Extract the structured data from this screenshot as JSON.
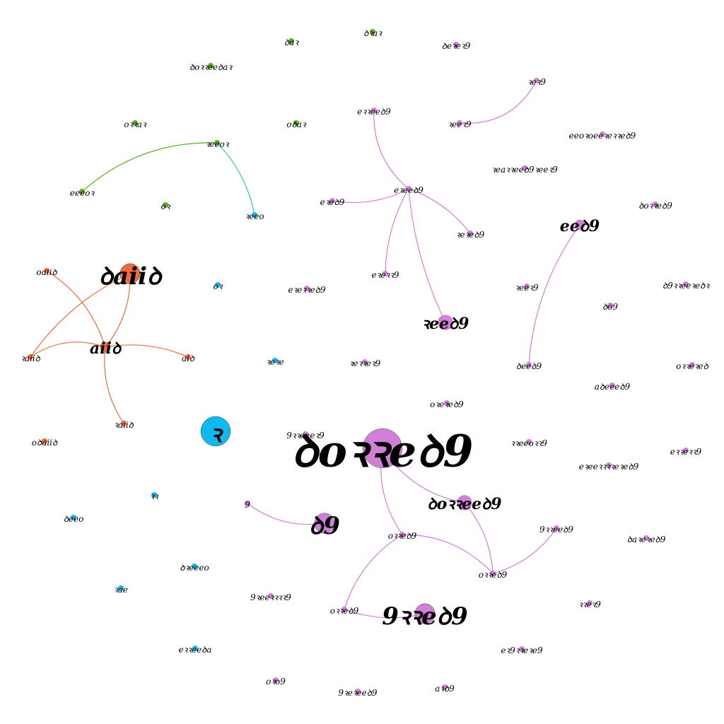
{
  "palette": {
    "green": "#5fad1d",
    "teal": "#2ec4a0",
    "orange": "#f06a3a",
    "blue": "#0fb8ee",
    "purple": "#d17fd7",
    "label": "#000000"
  },
  "nodes": [
    {
      "id": "g1",
      "label": "ꝺaꝛ",
      "group": "green",
      "weight": 1
    },
    {
      "id": "g2",
      "label": "ꝺꝛaꝛ",
      "group": "green",
      "weight": 1
    },
    {
      "id": "g3",
      "label": "ꝺoꝛꝛeeꝺaꝛ",
      "group": "green",
      "weight": 1
    },
    {
      "id": "g4",
      "label": "oꝛꝛaꝛ",
      "group": "green",
      "weight": 1
    },
    {
      "id": "g5",
      "label": "oꝺaꝛ",
      "group": "green",
      "weight": 1
    },
    {
      "id": "g6",
      "label": "ꝛeeoꝛ",
      "group": "green",
      "weight": 1
    },
    {
      "id": "g7",
      "label": "eeeoꝛ",
      "group": "green",
      "weight": 1
    },
    {
      "id": "g8",
      "label": "oꝛ",
      "group": "green",
      "weight": 1
    },
    {
      "id": "b1",
      "label": "ꝛeeo",
      "group": "blue",
      "weight": 1
    },
    {
      "id": "b2",
      "label": "oꝛ",
      "group": "blue",
      "weight": 1
    },
    {
      "id": "b3",
      "label": "ꝛeꝛe",
      "group": "blue",
      "weight": 1
    },
    {
      "id": "b4",
      "label": "ꝛ",
      "group": "blue",
      "weight": 6
    },
    {
      "id": "b5",
      "label": "ꝛꝛ",
      "group": "blue",
      "weight": 1
    },
    {
      "id": "b6",
      "label": "ꝺeeo",
      "group": "blue",
      "weight": 1
    },
    {
      "id": "b7",
      "label": "ꝺꝛeeeo",
      "group": "blue",
      "weight": 1
    },
    {
      "id": "b8",
      "label": "ꝛae",
      "group": "blue",
      "weight": 1
    },
    {
      "id": "b9",
      "label": "eꝛꝛeeꝺa",
      "group": "blue",
      "weight": 1
    },
    {
      "id": "o1",
      "label": "oaiiꝺ",
      "group": "orange",
      "weight": 1
    },
    {
      "id": "o2",
      "label": "ꝺaiiꝺ",
      "group": "orange",
      "weight": 4
    },
    {
      "id": "o3",
      "label": "ꝛaiiꝺ",
      "group": "orange",
      "weight": 1
    },
    {
      "id": "o4",
      "label": "aiiꝺ",
      "group": "orange",
      "weight": 2
    },
    {
      "id": "o5",
      "label": "aiꝺ",
      "group": "orange",
      "weight": 1
    },
    {
      "id": "o6",
      "label": "ꝛaiiꝺ",
      "group": "orange",
      "weight": 1
    },
    {
      "id": "o7",
      "label": "oꝺaiiꝺ",
      "group": "orange",
      "weight": 1
    },
    {
      "id": "p1",
      "label": "ꝺeꝛeꝛ9",
      "group": "purple",
      "weight": 1
    },
    {
      "id": "p2",
      "label": "ꝛeꝛ9",
      "group": "purple",
      "weight": 1
    },
    {
      "id": "p3",
      "label": "eꝛꝛeeꝺ9",
      "group": "purple",
      "weight": 1
    },
    {
      "id": "p4",
      "label": "ꝛeeꝛ9",
      "group": "purple",
      "weight": 1
    },
    {
      "id": "p5",
      "label": "eeoꝛoeeꝛeꝛꝛeꝺ9",
      "group": "purple",
      "weight": 1
    },
    {
      "id": "p6",
      "label": "ꝛeaꝛꝛeeꝺ9ꝛeeꝛ9",
      "group": "purple",
      "weight": 1
    },
    {
      "id": "p7",
      "label": "eꝛeꝺ9",
      "group": "purple",
      "weight": 1
    },
    {
      "id": "p8",
      "label": "eꝛeeꝺ9",
      "group": "purple",
      "weight": 1
    },
    {
      "id": "p9",
      "label": "ꝺoꝛꝛeꝺ9",
      "group": "purple",
      "weight": 1
    },
    {
      "id": "p10",
      "label": "eeꝺ9",
      "group": "purple",
      "weight": 2
    },
    {
      "id": "p11",
      "label": "ꝛeꝛeꝺ9",
      "group": "purple",
      "weight": 1
    },
    {
      "id": "p12",
      "label": "eꝛeꝛꝛ9",
      "group": "purple",
      "weight": 1
    },
    {
      "id": "p13",
      "label": "ꝛeeꝛ9",
      "group": "purple",
      "weight": 1
    },
    {
      "id": "p14",
      "label": "eꝛeꝛꝛeꝺ9",
      "group": "purple",
      "weight": 1
    },
    {
      "id": "p15",
      "label": "ꝺ9ꝛꝛeeꝛeꝺꝛ",
      "group": "purple",
      "weight": 1
    },
    {
      "id": "p16",
      "label": "ꝺo9",
      "group": "purple",
      "weight": 1
    },
    {
      "id": "p17",
      "label": "ꝛeeꝺ9",
      "group": "purple",
      "weight": 3
    },
    {
      "id": "p18",
      "label": "ꝛeꝛꝛeꝛ9",
      "group": "purple",
      "weight": 1
    },
    {
      "id": "p19",
      "label": "ꝺeeꝺ9",
      "group": "purple",
      "weight": 1
    },
    {
      "id": "p20",
      "label": "oꝛꝛeꝛeꝺ",
      "group": "purple",
      "weight": 1
    },
    {
      "id": "p21",
      "label": "aꝺeeeꝺ9",
      "group": "purple",
      "weight": 1
    },
    {
      "id": "p22",
      "label": "oꝛeꝛeꝺ9",
      "group": "purple",
      "weight": 1
    },
    {
      "id": "p23",
      "label": "9ꝛꝛeeeꝛ9",
      "group": "purple",
      "weight": 1
    },
    {
      "id": "p24",
      "label": "ꝺoꝛꝛeꝺ9",
      "group": "purple",
      "weight": 8
    },
    {
      "id": "p25",
      "label": "ꝛꝛeeoꝛꝛ9",
      "group": "purple",
      "weight": 1
    },
    {
      "id": "p26",
      "label": "eꝛꝛeꝛꝛ9",
      "group": "purple",
      "weight": 1
    },
    {
      "id": "p27",
      "label": "eꝛeeꝛꝛꝛꝛeꝛeꝺ9",
      "group": "purple",
      "weight": 1
    },
    {
      "id": "p28",
      "label": "9",
      "group": "purple",
      "weight": 1
    },
    {
      "id": "p29",
      "label": "ꝺ9",
      "group": "purple",
      "weight": 4
    },
    {
      "id": "p30",
      "label": "ꝺoꝛꝛeeꝺ9",
      "group": "purple",
      "weight": 3
    },
    {
      "id": "p31",
      "label": "oꝛꝛeꝺ9",
      "group": "purple",
      "weight": 1
    },
    {
      "id": "p32",
      "label": "9ꝛꝛeeꝺ9",
      "group": "purple",
      "weight": 1
    },
    {
      "id": "p33",
      "label": "ꝺaꝛeꝛeꝺ9",
      "group": "purple",
      "weight": 1
    },
    {
      "id": "p34",
      "label": "oꝛꝛeꝺ9",
      "group": "purple",
      "weight": 1
    },
    {
      "id": "p35",
      "label": "9ꝛeeꝛꝛꝛꝛ9",
      "group": "purple",
      "weight": 1
    },
    {
      "id": "p36",
      "label": "oꝛꝛeꝺ9",
      "group": "purple",
      "weight": 1
    },
    {
      "id": "p37",
      "label": "9ꝛꝛeꝺ9",
      "group": "purple",
      "weight": 4
    },
    {
      "id": "p38",
      "label": "ꝛꝛeꝛ9",
      "group": "purple",
      "weight": 1
    },
    {
      "id": "p39",
      "label": "eꝛ9ꝛꝛeꝛe9",
      "group": "purple",
      "weight": 1
    },
    {
      "id": "p40",
      "label": "oꝛo9",
      "group": "purple",
      "weight": 1
    },
    {
      "id": "p41",
      "label": "9ꝛeꝛeeꝺ9",
      "group": "purple",
      "weight": 1
    },
    {
      "id": "p42",
      "label": "aꝛꝺ9",
      "group": "purple",
      "weight": 1
    }
  ],
  "edges": [
    {
      "source": "g6",
      "target": "g7",
      "group": "green"
    },
    {
      "source": "g6",
      "target": "b1",
      "group": "teal"
    },
    {
      "source": "o2",
      "target": "o4",
      "group": "orange"
    },
    {
      "source": "o2",
      "target": "o3",
      "group": "orange"
    },
    {
      "source": "o1",
      "target": "o4",
      "group": "orange"
    },
    {
      "source": "o4",
      "target": "o3",
      "group": "orange"
    },
    {
      "source": "o4",
      "target": "o5",
      "group": "orange"
    },
    {
      "source": "o4",
      "target": "o6",
      "group": "orange"
    },
    {
      "source": "p3",
      "target": "p8",
      "group": "purple"
    },
    {
      "source": "p8",
      "target": "p7",
      "group": "purple"
    },
    {
      "source": "p8",
      "target": "p11",
      "group": "purple"
    },
    {
      "source": "p8",
      "target": "p12",
      "group": "purple"
    },
    {
      "source": "p8",
      "target": "p17",
      "group": "purple"
    },
    {
      "source": "p4",
      "target": "p2",
      "group": "purple"
    },
    {
      "source": "p10",
      "target": "p19",
      "group": "purple"
    },
    {
      "source": "p28",
      "target": "p29",
      "group": "purple"
    },
    {
      "source": "p24",
      "target": "p30",
      "group": "purple"
    },
    {
      "source": "p24",
      "target": "p31",
      "group": "purple"
    },
    {
      "source": "p30",
      "target": "p34",
      "group": "purple"
    },
    {
      "source": "p31",
      "target": "p34",
      "group": "purple"
    },
    {
      "source": "p31",
      "target": "p36",
      "group": "purple"
    },
    {
      "source": "p36",
      "target": "p37",
      "group": "purple"
    },
    {
      "source": "p34",
      "target": "p32",
      "group": "purple"
    }
  ]
}
